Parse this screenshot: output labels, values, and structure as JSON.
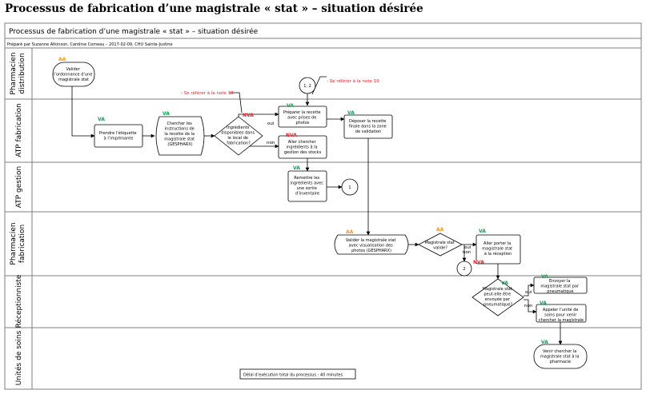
{
  "page": {
    "title": "Processus de fabrication d’une magistrale « stat » – situation désirée"
  },
  "diagram": {
    "header_title": "Processus de fabrication d’une magistrale « stat » – situation désirée",
    "prepared_by": "Préparé par Suzanne Atkinson, Caroline Comeau – 2017-02-09, CHU Sainte-Justine",
    "lanes": [
      {
        "id": "pharm-dist",
        "lines": [
          "Pharmacien",
          "distribution"
        ]
      },
      {
        "id": "atp-fab",
        "lines": [
          "ATP fabrication"
        ]
      },
      {
        "id": "atp-gest",
        "lines": [
          "ATP gestion"
        ]
      },
      {
        "id": "pharm-fab",
        "lines": [
          "Pharmacien",
          "fabrication"
        ]
      },
      {
        "id": "recep",
        "lines": [
          "Réceptionniste"
        ]
      },
      {
        "id": "unites",
        "lines": [
          "Unités de soins"
        ]
      }
    ],
    "nodes": [
      {
        "id": "valider-ordonnance",
        "kind": "terminator",
        "lines": [
          "Valider",
          "l’ordonnance d’une",
          "magistrale stat"
        ]
      },
      {
        "id": "prendre-etiquette",
        "kind": "process",
        "lines": [
          "Prendre l’étiquette",
          "à l’imprimante"
        ]
      },
      {
        "id": "chercher-instructions",
        "kind": "datastore",
        "lines": [
          "Chercher les",
          "instructions de",
          "la recette de la",
          "magistrale stat",
          "(GESPHARX)"
        ]
      },
      {
        "id": "ingredients-disponibles",
        "kind": "decision",
        "lines": [
          "Ingrédients",
          "disponibles dans",
          "le local de",
          "fabrication?"
        ]
      },
      {
        "id": "preparer-recette",
        "kind": "process",
        "lines": [
          "Préparer la recette",
          "avec prises de",
          "photos"
        ]
      },
      {
        "id": "aller-chercher-ingredients",
        "kind": "process",
        "lines": [
          "Aller chercher",
          "ingrédients à la",
          "gestion des stocks"
        ]
      },
      {
        "id": "deposer-recette",
        "kind": "process",
        "lines": [
          "Déposer la recette",
          "finale dans la zone",
          "de validation"
        ]
      },
      {
        "id": "remettre-ingredients",
        "kind": "process",
        "lines": [
          "Remettre les",
          "ingrédients avec",
          "une sortie",
          "d’inventaire"
        ]
      },
      {
        "id": "valider-magistrale",
        "kind": "datastore",
        "lines": [
          "Valider la magistrale stat",
          "avec visualisation des",
          "photos (GESPHARX)"
        ]
      },
      {
        "id": "magistrale-valide",
        "kind": "decision",
        "lines": [
          "Magistrale stat",
          "valide?"
        ]
      },
      {
        "id": "aller-porter",
        "kind": "process",
        "lines": [
          "Aller porter la",
          "magistrale stat",
          "à la réception"
        ]
      },
      {
        "id": "envoyee-pneumatique",
        "kind": "decision",
        "lines": [
          "Magistrale stat",
          "peut-elle être",
          "envoyée par",
          "pneumatique?"
        ]
      },
      {
        "id": "envoyer-pneumatique",
        "kind": "process",
        "lines": [
          "Envoyer la",
          "magistrale stat par",
          "pneumatique"
        ]
      },
      {
        "id": "appeler-unite",
        "kind": "process",
        "lines": [
          "Appeler l’unité de",
          "soins pour venir",
          "chercher la magistrale"
        ]
      },
      {
        "id": "venir-chercher",
        "kind": "terminator",
        "lines": [
          "Venir chercher la",
          "magistrale stat à la",
          "pharmacie"
        ]
      },
      {
        "id": "connector-1-2",
        "kind": "connector",
        "lines": [
          "1, 2"
        ]
      },
      {
        "id": "connector-1",
        "kind": "connector",
        "lines": [
          "1"
        ]
      },
      {
        "id": "connector-2",
        "kind": "connector",
        "lines": [
          "2"
        ]
      }
    ],
    "value_tags": {
      "valider-ordonnance": "AA",
      "prendre-etiquette": "VA",
      "chercher-instructions": "VA",
      "ingredients-disponibles": "NVA",
      "preparer-recette": "VA",
      "aller-chercher-ingredients": "NVA",
      "deposer-recette": "VA",
      "remettre-ingredients": "VA",
      "valider-magistrale": "AA",
      "magistrale-valide": "AA",
      "aller-porter": "VA",
      "aller-porter-2": "NVA",
      "envoyee-pneumatique": "VA",
      "envoyer-pneumatique": "VA",
      "appeler-unite": "VA",
      "venir-chercher": "VA"
    },
    "branch_labels": {
      "oui_1": "oui",
      "non_1": "non",
      "oui_2": "oui",
      "non_2": "non",
      "oui_3": "oui",
      "non_3": "non"
    },
    "notes": {
      "note18": "- Se référer à la note 18",
      "note19": "- Se référer à la note 19"
    },
    "total_time": "Délai d’exécution total du processus : 40 minutes",
    "colors": {
      "va": "#00a651",
      "aa": "#f7941d",
      "nva": "#ed1c24",
      "note": "#ed1c24",
      "shape_fill": "#ffffff",
      "line": "#000000",
      "lane_border": "#7f7f7f"
    }
  }
}
